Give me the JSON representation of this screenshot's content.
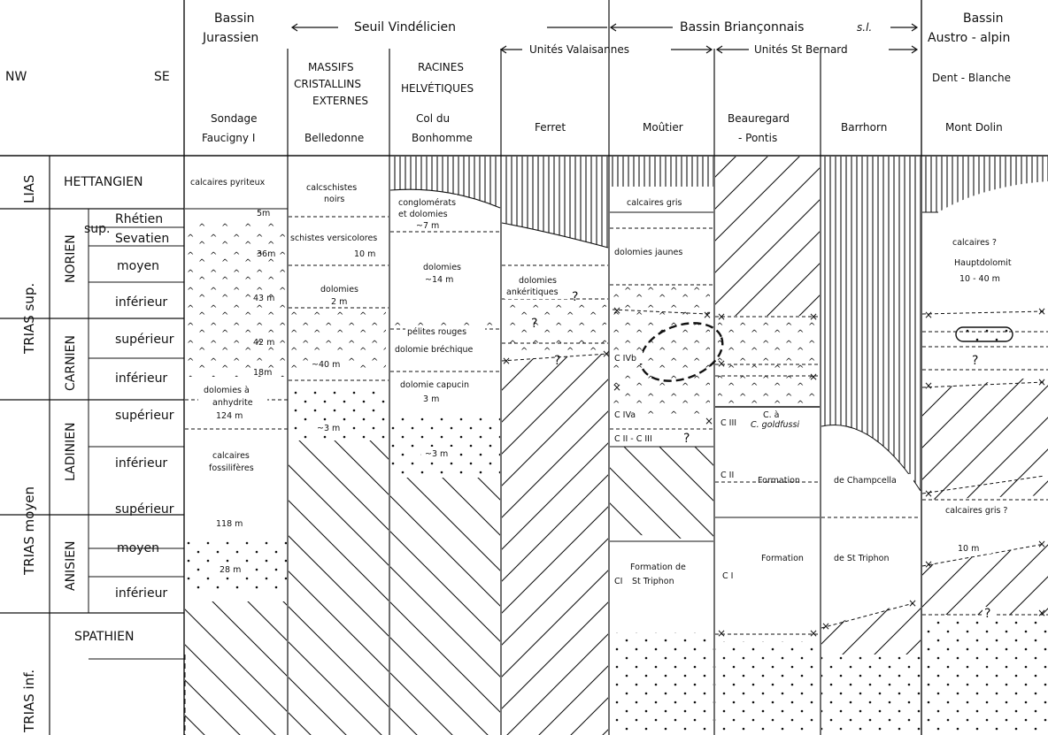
{
  "header": {
    "nw": "NW",
    "se": "SE",
    "bassin_jurassien": [
      "Bassin",
      "Jurassien"
    ],
    "seuil_vindelicien": "Seuil   Vindélicien",
    "bassin_brianconnais": "Bassin  Briançonnais",
    "bassin_brianconnais_sl": "s.l.",
    "unites_valaisannes": "Unités  Valaisannes",
    "unites_st_bernard": "Unités  St Bernard",
    "bassin_austro_alpin": [
      "Bassin",
      "Austro - alpin"
    ],
    "dent_blanche": "Dent - Blanche",
    "massifs": [
      "MASSIFS",
      "CRISTALLINS",
      "EXTERNES"
    ],
    "racines": [
      "RACINES",
      "HELVÉTIQUES"
    ]
  },
  "sites": {
    "faucigny": [
      "Sondage",
      "Faucigny  I"
    ],
    "belledonne": "Belledonne",
    "bonhomme": [
      "Col   du",
      "Bonhomme"
    ],
    "ferret": "Ferret",
    "moutier": "Moûtier",
    "beauregard": [
      "Beauregard",
      "- Pontis"
    ],
    "barrhorn": "Barrhorn",
    "mont_dolin": "Mont  Dolin"
  },
  "stratigraphy": {
    "systems": [
      "LIAS",
      "TRIAS  sup.",
      "TRIAS  moyen",
      "TRIAS  inf."
    ],
    "stages": [
      "HETTANGIEN",
      "NORIEN",
      "CARNIEN",
      "LADINIEN",
      "ANISIEN",
      "SPATHIEN"
    ],
    "norien_sup": "sup.",
    "substages": {
      "rhetien": "Rhétien",
      "sevatien": "Sevatien",
      "moyen": "moyen",
      "inferieur": "inférieur",
      "superieur": "supérieur"
    }
  },
  "annotations": {
    "faucigny": {
      "calcaires_pyriteux": "calcaires  pyriteux",
      "m5": "5m",
      "m36": "36m",
      "m43": "43 m",
      "m42": "42 m",
      "m18": "18m",
      "dolomies_anhydrite": [
        "dolomies  à",
        "anhydrite",
        "124 m"
      ],
      "calcaires_fossiliferes": [
        "calcaires",
        "fossilifères"
      ],
      "m118": "118 m",
      "m28": "28 m"
    },
    "belledonne": {
      "calcschistes_noirs": [
        "calcschistes",
        "noirs"
      ],
      "schistes_versicolores": "schistes  versicolores",
      "m10": "10 m",
      "dolomies_2m": [
        "dolomies",
        "2 m"
      ],
      "m40": "~40 m",
      "m3": "~3 m"
    },
    "bonhomme": {
      "conglomerats": [
        "conglomérats",
        "et  dolomies",
        "~7 m"
      ],
      "dolomies_14m": [
        "dolomies",
        "~14 m"
      ],
      "pelites_rouges": "pélites  rouges",
      "dolomie_brechique": "dolomie  bréchique",
      "dolomie_capucin": [
        "dolomie  capucin",
        "3 m"
      ],
      "m3": "~3 m"
    },
    "ferret": {
      "dolomies_ankeritiques": [
        "dolomies",
        "ankéritiques"
      ],
      "q": "?"
    },
    "moutier": {
      "calcaires_gris": "calcaires  gris",
      "dolomies_jaunes": "dolomies  jaunes",
      "c_iv_b": "C IVb",
      "c_iv_a": "C IVa",
      "c_ii_c_iii": "C II - C III",
      "q": "?",
      "formation_st_triphon": [
        "Formation  de",
        "St  Triphon"
      ],
      "ci": "CI"
    },
    "beauregard": {
      "c_iii": "C III",
      "c_goldfussi": "C. goldfussi",
      "c_a": "C. à",
      "c_ii": "C II",
      "formation_champcella": "Formation",
      "de_champcella": "de  Champcella",
      "formation_st_triphon": "Formation",
      "de_st_triphon": "de  St  Triphon",
      "c_i": "C I"
    },
    "mont_dolin": {
      "calcaires_q": "calcaires   ?",
      "hauptdolomit": [
        "Hauptdolomit",
        "10 - 40 m"
      ],
      "calcaires_gris": "calcaires  gris  ?",
      "m10": "10 m",
      "q": "?"
    }
  }
}
